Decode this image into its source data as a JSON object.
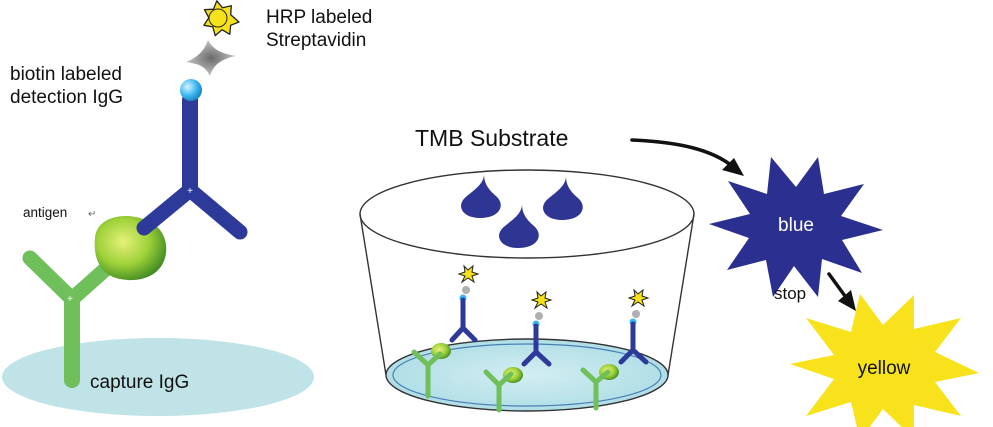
{
  "labels": {
    "hrp_line1": "HRP labeled",
    "hrp_line2": "Streptavidin",
    "biotin_line1": "biotin labeled",
    "biotin_line2": "detection IgG",
    "antigen": "antigen",
    "capture": "capture IgG",
    "tmb": "TMB Substrate",
    "blue": "blue",
    "stop": "stop",
    "yellow": "yellow"
  },
  "colors": {
    "detection_antibody": "#2e3a9a",
    "capture_antibody": "#6fbf5a",
    "antigen": "#7fbf2a",
    "biotin": "#38b6f0",
    "streptavidin": "#9a9a9a",
    "hrp_sun": "#f5e21a",
    "plate_base": "#b9e2e8",
    "blue_burst": "#2b2f8f",
    "yellow_burst": "#f7e21b"
  }
}
